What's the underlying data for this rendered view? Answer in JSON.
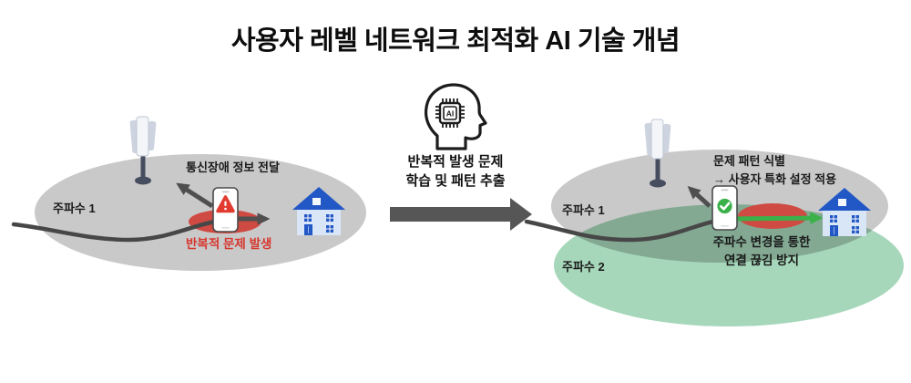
{
  "title": "사용자 레벨 네트워크 최적화 AI 기술 개념",
  "colors": {
    "coverage_gray": "#c9c9c9",
    "coverage_green": "#a6d7ba",
    "problem_area_red": "#ce4a42",
    "warning_red": "#e23b30",
    "success_green": "#3bb14a",
    "arrow_dark": "#4f4f4f",
    "house_blue": "#2257c6",
    "problem_text_red": "#d5372e"
  },
  "before": {
    "frequency_label": "주파수 1",
    "report_label": "통신장애 정보 전달",
    "problem_label": "반복적 문제 발생"
  },
  "ai_process": {
    "chip_label": "AI",
    "caption_line1": "반복적 발생 문제",
    "caption_line2": "학습 및 패턴 추출"
  },
  "after": {
    "frequency1_label": "주파수 1",
    "frequency2_label": "주파수 2",
    "pattern_line1": "문제 패턴 식별",
    "pattern_line2": "→ 사용자 특화 설정 적용",
    "solution_line1": "주파수 변경을 통한",
    "solution_line2": "연결 끊김 방지"
  },
  "icons": {
    "ai": "ai-head-chip-icon",
    "warning": "warning-triangle-icon",
    "success": "check-circle-icon",
    "tower": "cell-tower-icon",
    "house": "house-icon",
    "phone": "smartphone-icon"
  }
}
